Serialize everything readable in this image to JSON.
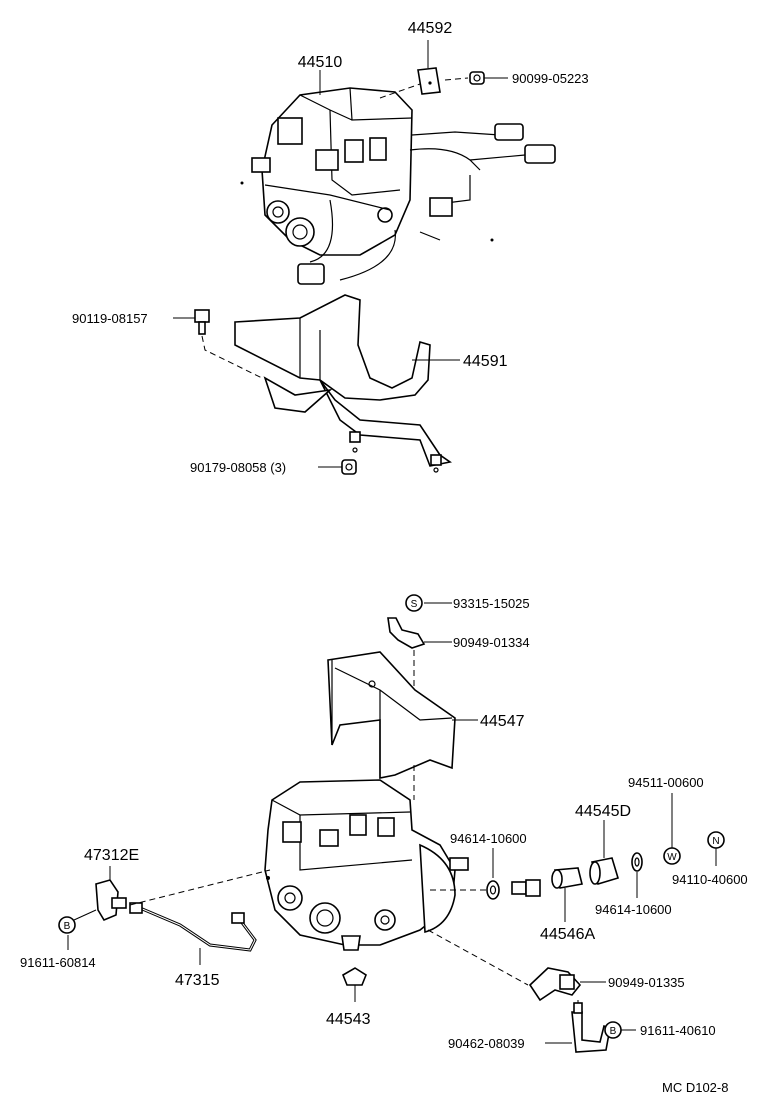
{
  "parts": {
    "p44592": "44592",
    "p44510": "44510",
    "p90099": "90099-05223",
    "p90119": "90119-08157",
    "p44591": "44591",
    "p90179": "90179-08058 (3)",
    "p93315": "93315-15025",
    "p90949_01334": "90949-01334",
    "p44547": "44547",
    "p94511": "94511-00600",
    "p44545d": "44545D",
    "p94614_a": "94614-10600",
    "p94110": "94110-40600",
    "p94614_b": "94614-10600",
    "p44546a": "44546A",
    "p47312e": "47312E",
    "p91611_60814": "91611-60814",
    "p47315": "47315",
    "p44543": "44543",
    "p90949_01335": "90949-01335",
    "p90462": "90462-08039",
    "p91611_40610": "91611-40610"
  },
  "markers": {
    "s": "S",
    "w": "W",
    "n": "N",
    "b1": "B",
    "b2": "B"
  },
  "footer": {
    "code": "MC  D102-8"
  }
}
